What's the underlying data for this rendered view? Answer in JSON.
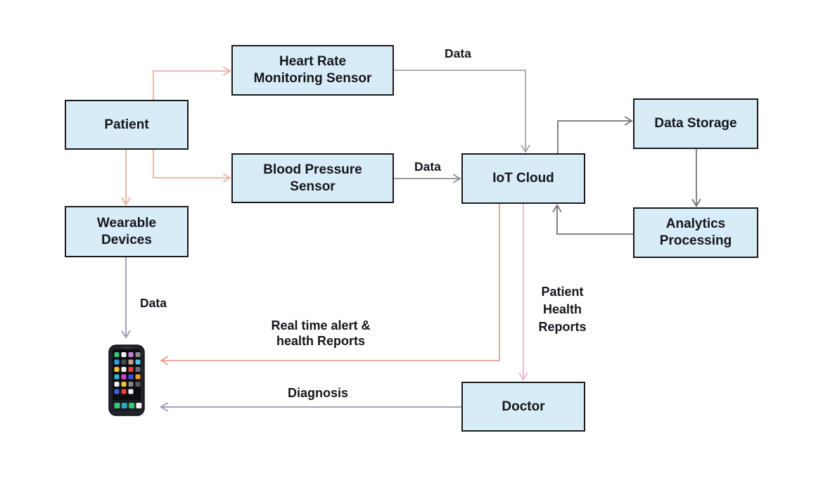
{
  "diagram": {
    "nodes": {
      "patient": "Patient",
      "heart_rate_sensor": "Heart Rate Monitoring Sensor",
      "blood_pressure_sensor": "Blood Pressure Sensor",
      "wearable_devices": "Wearable Devices",
      "iot_cloud": "IoT Cloud",
      "data_storage": "Data Storage",
      "analytics_processing": "Analytics Processing",
      "doctor": "Doctor"
    },
    "edge_labels": {
      "heart_rate_to_cloud": "Data",
      "blood_pressure_to_cloud": "Data",
      "wearable_to_phone": "Data",
      "cloud_to_phone": "Real time alert & health Reports",
      "cloud_to_doctor": "Patient Health Reports",
      "doctor_to_phone": "Diagnosis"
    },
    "icons": {
      "smartphone": "smartphone-icon"
    },
    "colors": {
      "node_fill": "#d7ecf6",
      "node_border": "#1a1a1a",
      "text": "#15151c",
      "arrow_salmon": "#e9b0a2",
      "arrow_salmon_alert": "#e5a093",
      "arrow_pink": "#e9b6c8",
      "arrow_gray_light": "#a3a3ad",
      "arrow_gray": "#8e8e96",
      "arrow_gray_dark": "#74747c",
      "arrow_purple_gray": "#9896b8"
    }
  }
}
